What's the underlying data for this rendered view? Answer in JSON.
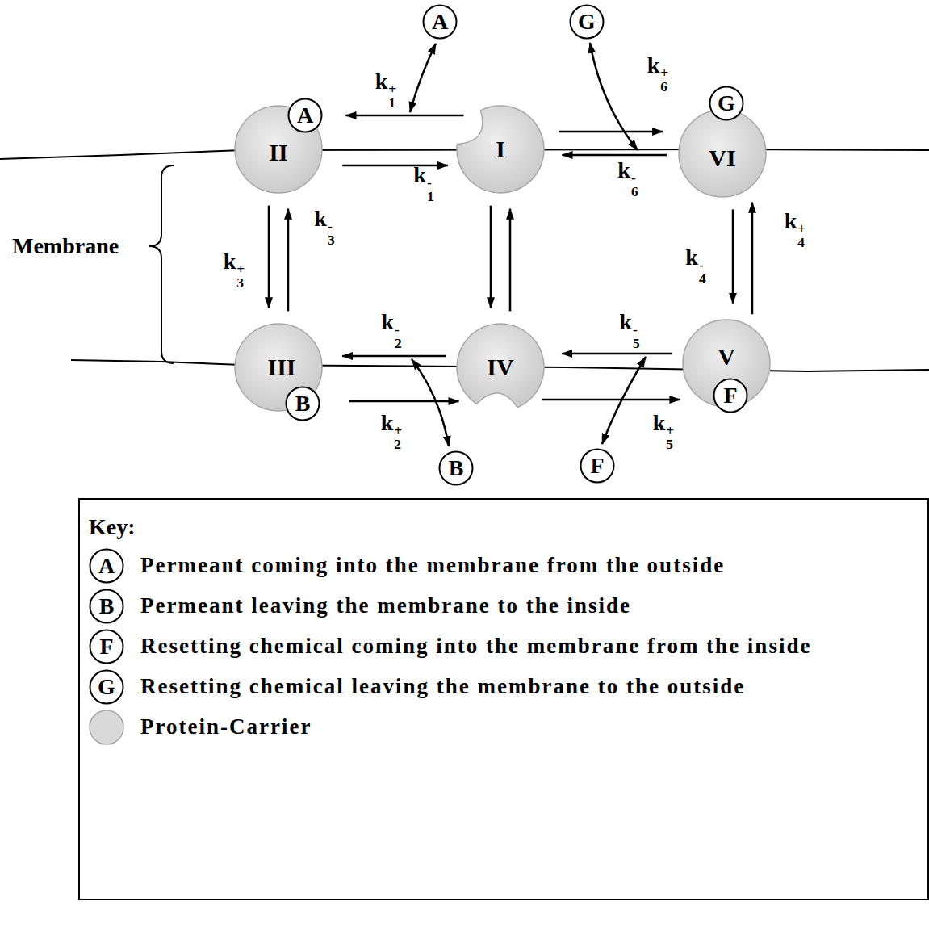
{
  "diagram": {
    "nodes": [
      {
        "text": [
          "A"
        ]
      },
      {
        "text": [
          "G"
        ]
      },
      {
        "text": [
          "A"
        ]
      },
      {
        "text": [
          "G"
        ]
      },
      {
        "text": [
          "II"
        ]
      },
      {
        "text": [
          "I"
        ]
      },
      {
        "text": [
          "VI"
        ]
      },
      {
        "text": [
          "III"
        ]
      },
      {
        "text": [
          "IV"
        ]
      },
      {
        "text": [
          "V"
        ]
      },
      {
        "text": [
          "B"
        ]
      },
      {
        "text": [
          "F"
        ]
      },
      {
        "text": [
          "B"
        ]
      },
      {
        "text": [
          "F"
        ]
      },
      {
        "text": [
          "Key:"
        ]
      },
      {
        "text": [
          "A"
        ],
        "in": 14
      },
      {
        "text": [
          "B"
        ],
        "in": 14
      },
      {
        "text": [
          "F"
        ],
        "in": 14
      },
      {
        "text": [
          "G"
        ],
        "in": 14
      }
    ],
    "edges": [
      {
        "from": 5,
        "to": 4,
        "arrow": "to",
        "label": "k1+"
      },
      {
        "from": 4,
        "to": 5,
        "arrow": "to",
        "label": "k1-"
      },
      {
        "from": 5,
        "to": 6,
        "arrow": "to",
        "label": "k6+"
      },
      {
        "from": 6,
        "to": 5,
        "arrow": "to",
        "label": "k6-"
      },
      {
        "from": 4,
        "to": 7,
        "arrow": "to",
        "label": "k3+"
      },
      {
        "from": 7,
        "to": 4,
        "arrow": "to",
        "label": "k3-"
      },
      {
        "from": 5,
        "to": 8,
        "arrow": "to"
      },
      {
        "from": 8,
        "to": 5,
        "arrow": "to"
      },
      {
        "from": 6,
        "to": 9,
        "arrow": "to",
        "label": "k4-"
      },
      {
        "from": 9,
        "to": 6,
        "arrow": "to",
        "label": "k4+"
      },
      {
        "from": 8,
        "to": 7,
        "arrow": "to",
        "label": "k2-"
      },
      {
        "from": 7,
        "to": 8,
        "arrow": "to",
        "label": "k2+"
      },
      {
        "from": 9,
        "to": 8,
        "arrow": "to",
        "label": "k5-"
      },
      {
        "from": 8,
        "to": 9,
        "arrow": "to",
        "label": "k5+"
      }
    ],
    "labels": [
      "Membrane"
    ],
    "legend": [
      {
        "text": "Permeant coming into the membrane from the outside"
      },
      {
        "text": "Permeant leaving the membrane to the inside"
      },
      {
        "text": "Resetting chemical coming into the membrane from the inside"
      },
      {
        "text": "Resetting chemical leaving the membrane to the outside"
      },
      {
        "text": "Protein-Carrier",
        "color": "#d9d9d9"
      }
    ]
  }
}
